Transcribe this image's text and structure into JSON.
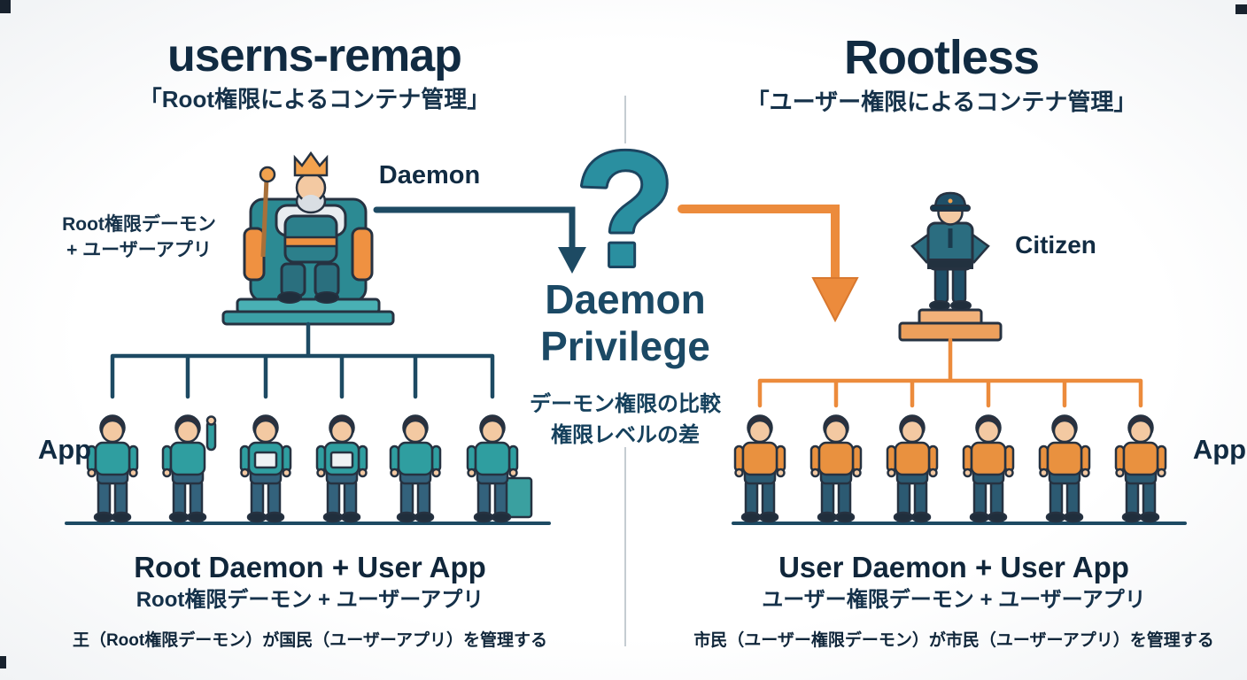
{
  "colors": {
    "navy": "#1d4a63",
    "teal": "#2e96a4",
    "orange": "#ec8b3c",
    "orange_dark": "#d9782e",
    "center_blue": "#1b4965",
    "divider": "#c5ccd2",
    "skin": "#f3c9a2",
    "hair": "#2f2f3a",
    "outline": "#263241",
    "shirt_left": "#2f9ea0",
    "shirt_right": "#e9913f",
    "pants_left": "#33627c",
    "pants_right": "#2c5a72",
    "shoe": "#202e3c"
  },
  "left": {
    "title": "userns-remap",
    "subtitle": "「Root権限によるコンテナ管理」",
    "daemon_arrow_label": "Daemon",
    "side_note_line1": "Root権限デーモン",
    "side_note_line2": "+ ユーザーアプリ",
    "app_label": "App",
    "app_count": 6,
    "caption_title": "Root Daemon + User App",
    "caption_subtitle": "Root権限デーモン + ユーザーアプリ",
    "caption_note": "王（Root権限デーモン）が国民（ユーザーアプリ）を管理する"
  },
  "center": {
    "question_mark": "?",
    "heading_line1": "Daemon",
    "heading_line2": "Privilege",
    "sub_line1": "デーモン権限の比較",
    "sub_line2": "権限レベルの差"
  },
  "right": {
    "title": "Rootless",
    "subtitle": "「ユーザー権限によるコンテナ管理」",
    "citizen_label": "Citizen",
    "app_label": "App",
    "app_count": 6,
    "caption_title": "User Daemon + User App",
    "caption_subtitle": "ユーザー権限デーモン + ユーザーアプリ",
    "caption_note": "市民（ユーザー権限デーモン）が市民（ユーザーアプリ）を管理する"
  }
}
